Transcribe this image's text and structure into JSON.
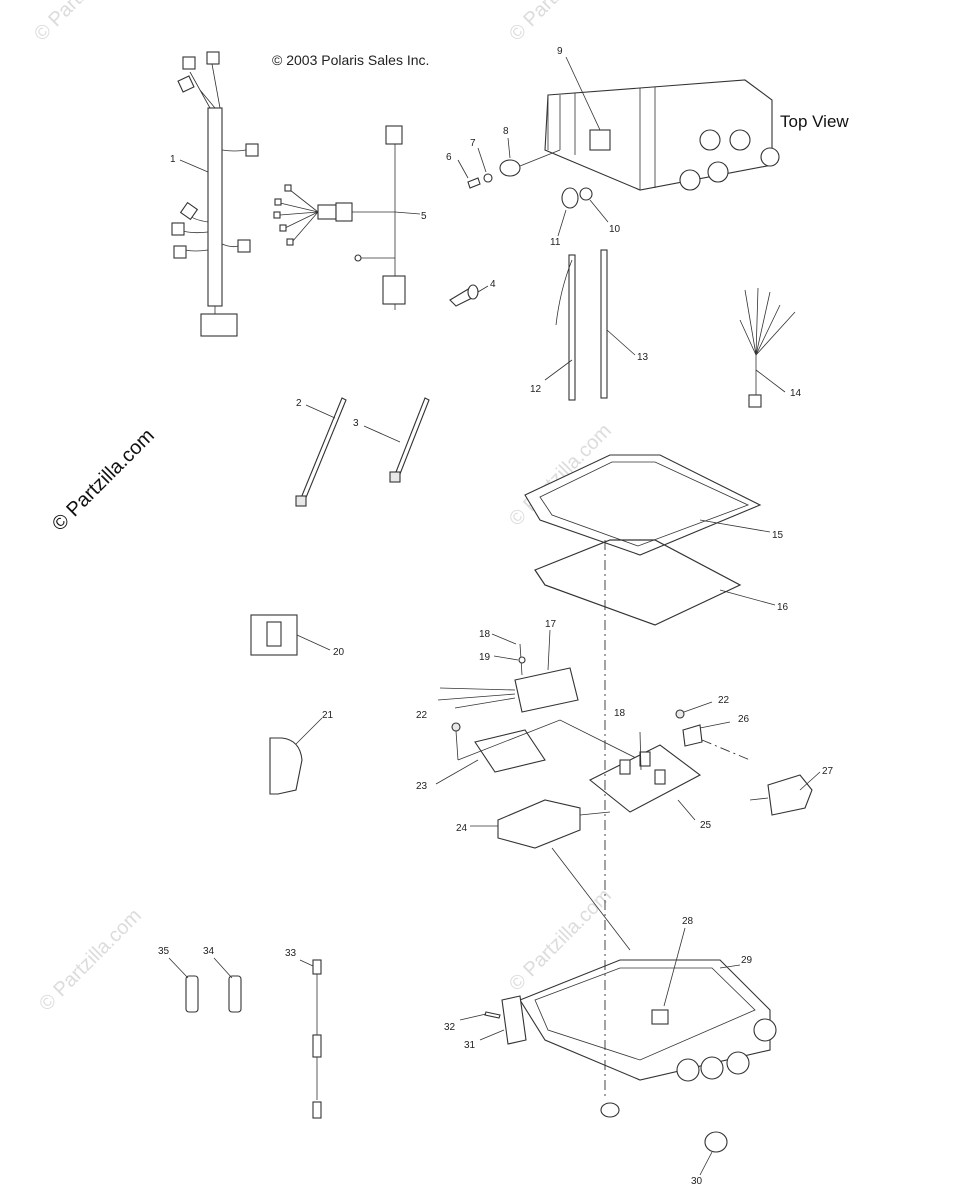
{
  "copyright": "© 2003 Polaris Sales Inc.",
  "view_label": "Top View",
  "watermark": "© Partzilla.com",
  "callouts": [
    "1",
    "2",
    "3",
    "4",
    "5",
    "6",
    "7",
    "8",
    "9",
    "10",
    "11",
    "12",
    "13",
    "14",
    "15",
    "16",
    "17",
    "18",
    "19",
    "20",
    "21",
    "22",
    "23",
    "24",
    "25",
    "26",
    "27",
    "28",
    "29",
    "30",
    "31",
    "32",
    "33",
    "34",
    "35"
  ],
  "extra_callouts": {
    "c18b": "18",
    "c22b": "22"
  }
}
